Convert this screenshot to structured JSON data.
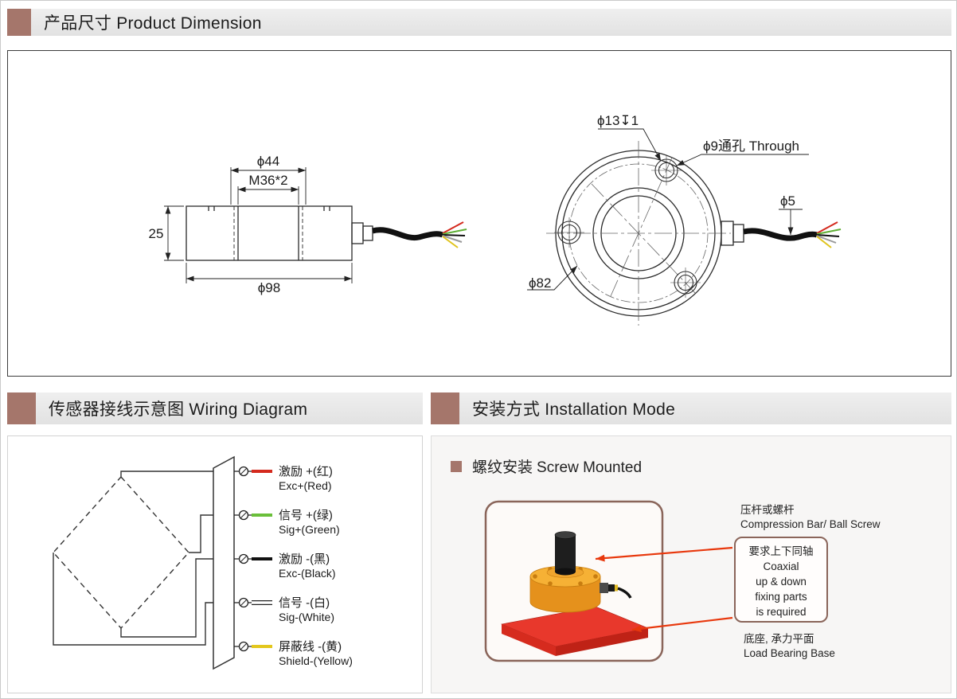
{
  "page": {
    "section1": {
      "zh": "产品尺寸",
      "en": "Product Dimension"
    },
    "section2": {
      "zh": "传感器接线示意图",
      "en": "Wiring Diagram"
    },
    "section3": {
      "zh": "安装方式",
      "en": "Installation Mode"
    }
  },
  "dimension_drawing": {
    "side_view": {
      "dia_top": "ϕ44",
      "thread": "M36*2",
      "height": "25",
      "dia_outer": "ϕ98"
    },
    "top_view": {
      "counterbore": "ϕ13↧1",
      "through_hole": "ϕ9通孔 Through",
      "bolt_circle": "ϕ82",
      "cable_dia": "ϕ5"
    }
  },
  "wiring": {
    "wires": [
      {
        "zh": "激励 +(红)",
        "en": "Exc+(Red)",
        "color": "#d42a1e"
      },
      {
        "zh": "信号 +(绿)",
        "en": "Sig+(Green)",
        "color": "#6abf3a"
      },
      {
        "zh": "激励 -(黑)",
        "en": "Exc-(Black)",
        "color": "#111111"
      },
      {
        "zh": "信号 -(白)",
        "en": "Sig-(White)",
        "color": "#ffffff"
      },
      {
        "zh": "屏蔽线 -(黄)",
        "en": "Shield-(Yellow)",
        "color": "#e3c71d"
      }
    ]
  },
  "installation": {
    "subtitle": {
      "zh": "螺纹安装",
      "en": "Screw Mounted"
    },
    "top_label": {
      "zh": "压杆或螺杆",
      "en": "Compression Bar/ Ball Screw"
    },
    "coaxial_note": {
      "zh": "要求上下同轴",
      "en_lines": [
        "Coaxial",
        "up & down",
        "fixing parts",
        "is required"
      ]
    },
    "bottom_label": {
      "zh": "底座, 承力平面",
      "en": "Load Bearing Base"
    }
  },
  "colors": {
    "accent": "#a5766b",
    "header_bg": "#e9e9e9",
    "arrow_red": "#e8380d",
    "cell_orange": "#ee9b1e",
    "base_red": "#e8382c"
  }
}
